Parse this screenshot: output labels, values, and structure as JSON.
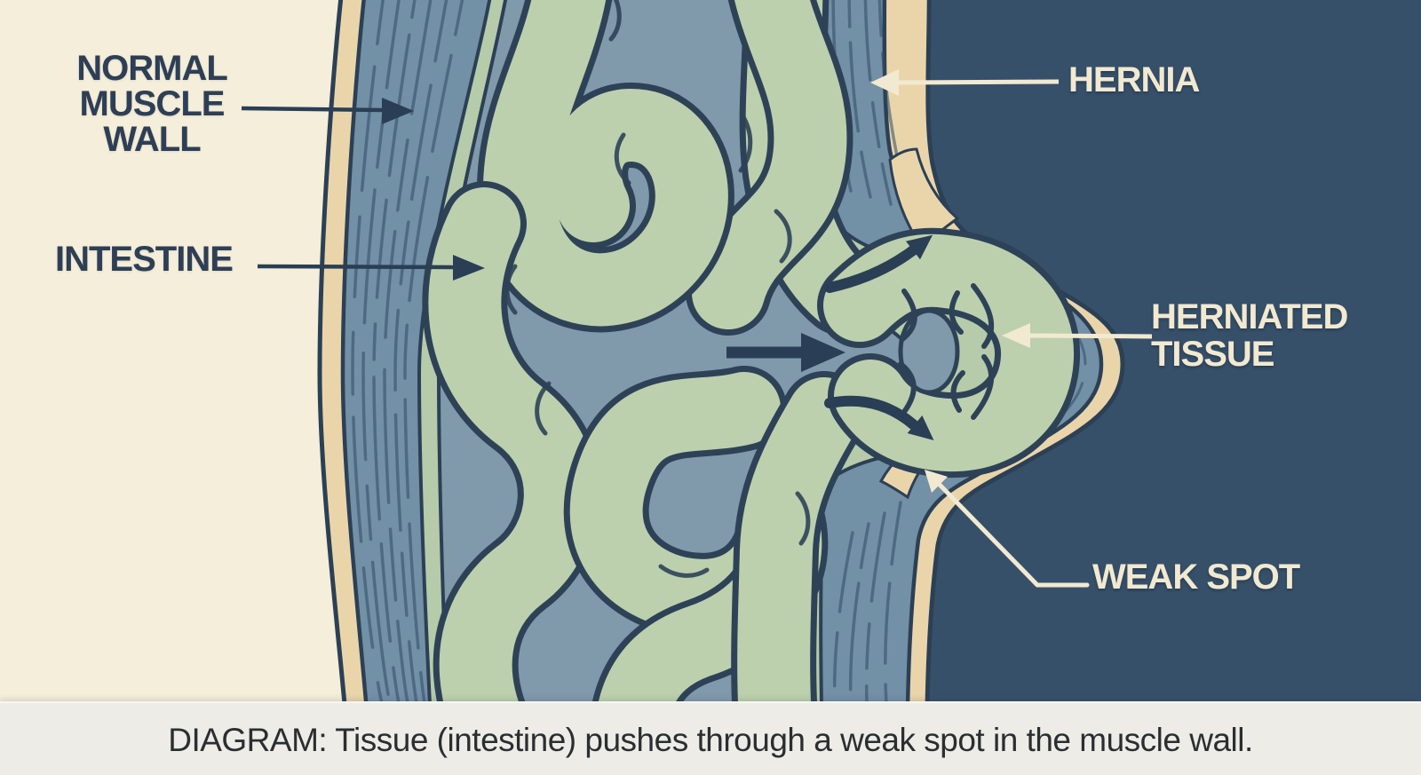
{
  "diagram": {
    "subject": "hernia-cross-section",
    "labels": {
      "normal_muscle_wall": {
        "lines": [
          "NORMAL",
          "MUSCLE",
          "WALL"
        ]
      },
      "intestine": {
        "text": "INTESTINE"
      },
      "hernia": {
        "text": "HERNIA"
      },
      "herniated_tissue": {
        "lines": [
          "HERNIATED",
          "TISSUE"
        ]
      },
      "weak_spot": {
        "text": "WEAK SPOT"
      }
    },
    "caption": {
      "text": "DIAGRAM: Tissue (intestine) pushes through a weak spot in the muscle wall."
    },
    "arrows": [
      {
        "name": "normal-muscle-wall-arrow-icon",
        "direction": "right",
        "color": "#2a3e55"
      },
      {
        "name": "intestine-arrow-icon",
        "direction": "right",
        "color": "#2a3e55"
      },
      {
        "name": "hernia-arrow-icon",
        "direction": "left",
        "color": "#f2e9d1"
      },
      {
        "name": "herniated-tissue-arrow-icon",
        "direction": "left",
        "color": "#f2e9d1"
      },
      {
        "name": "weak-spot-leader-arrow-icon",
        "direction": "up-left",
        "color": "#f2e9d1"
      },
      {
        "name": "flow-arrow-straight-icon",
        "direction": "right",
        "color": "#2a3e55"
      },
      {
        "name": "flow-arrow-curved-upper-icon",
        "direction": "up-right",
        "color": "#2a3e55"
      },
      {
        "name": "flow-arrow-curved-lower-icon",
        "direction": "down-right",
        "color": "#2a3e55"
      }
    ],
    "colors": {
      "background_left_cream": "#f4eeda",
      "background_right_navy": "#37506a",
      "outer_fascia_tan": "#ead5ab",
      "muscle_wall_blue": "#7290a6",
      "inner_lining_green": "#b5cbaa",
      "abdominal_cavity_blue": "#8099ab",
      "intestine_green": "#bcd0ae",
      "outline_navy": "#2c4055",
      "label_navy": "#2e3f55",
      "label_cream": "#f2e9d1",
      "caption_background": "#edece7",
      "caption_text": "#2b2e31"
    }
  }
}
